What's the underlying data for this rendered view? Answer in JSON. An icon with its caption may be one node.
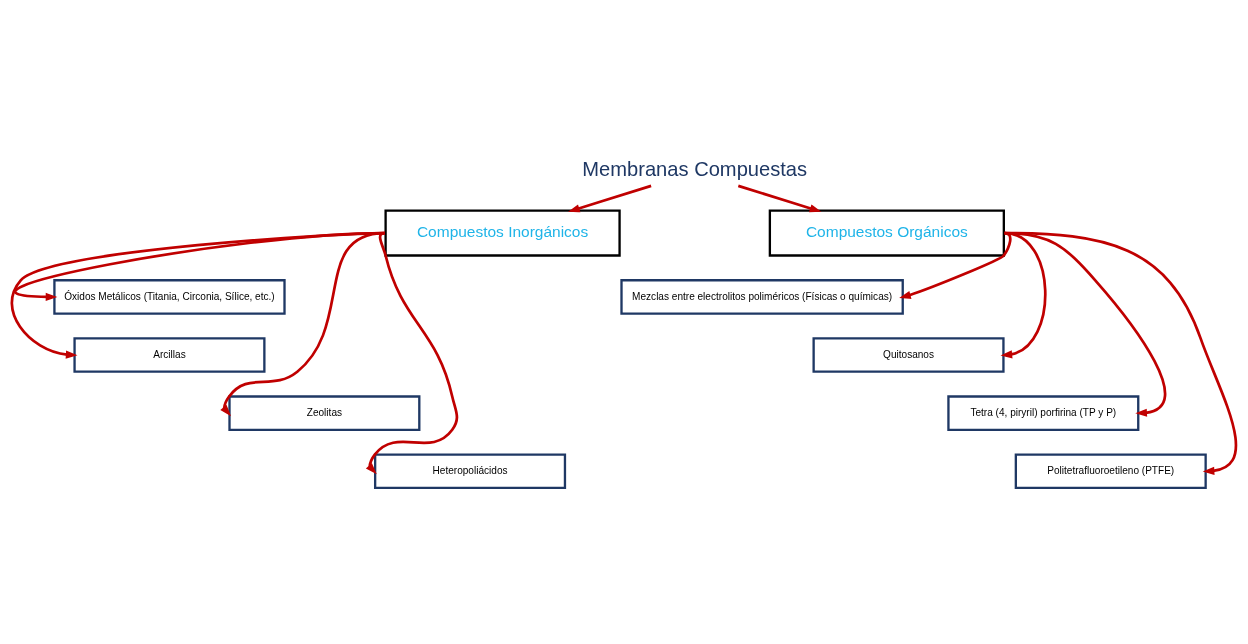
{
  "diagram": {
    "nodes": [
      {
        "text": [
          "Membranas Compuestas"
        ]
      },
      {
        "text": [
          "Compuestos Inorgánicos"
        ]
      },
      {
        "text": [
          "Compuestos Orgánicos"
        ]
      },
      {
        "text": [
          "Óxidos Metálicos (Titania, Circonia, Sílice, etc.)"
        ]
      },
      {
        "text": [
          "Arcillas"
        ]
      },
      {
        "text": [
          "Zeolitas"
        ]
      },
      {
        "text": [
          "Heteropoliácidos"
        ]
      },
      {
        "text": [
          "Mezclas entre electrolitos poliméricos (Físicas o químicas)"
        ]
      },
      {
        "text": [
          "Quitosanos"
        ]
      },
      {
        "text": [
          "Tetra (4, piryril) porfirina (TP y P)"
        ]
      },
      {
        "text": [
          "Politetrafluoroetileno (PTFE)"
        ]
      }
    ],
    "edges": [
      {
        "from": 0,
        "to": 1,
        "arrow": "to"
      },
      {
        "from": 0,
        "to": 2,
        "arrow": "to"
      },
      {
        "from": 1,
        "to": 3,
        "arrow": "to"
      },
      {
        "from": 1,
        "to": 4,
        "arrow": "to"
      },
      {
        "from": 1,
        "to": 5,
        "arrow": "to"
      },
      {
        "from": 1,
        "to": 6,
        "arrow": "to"
      },
      {
        "from": 2,
        "to": 7,
        "arrow": "to"
      },
      {
        "from": 2,
        "to": 8,
        "arrow": "to"
      },
      {
        "from": 2,
        "to": 9,
        "arrow": "to"
      },
      {
        "from": 2,
        "to": 10,
        "arrow": "to"
      }
    ]
  }
}
